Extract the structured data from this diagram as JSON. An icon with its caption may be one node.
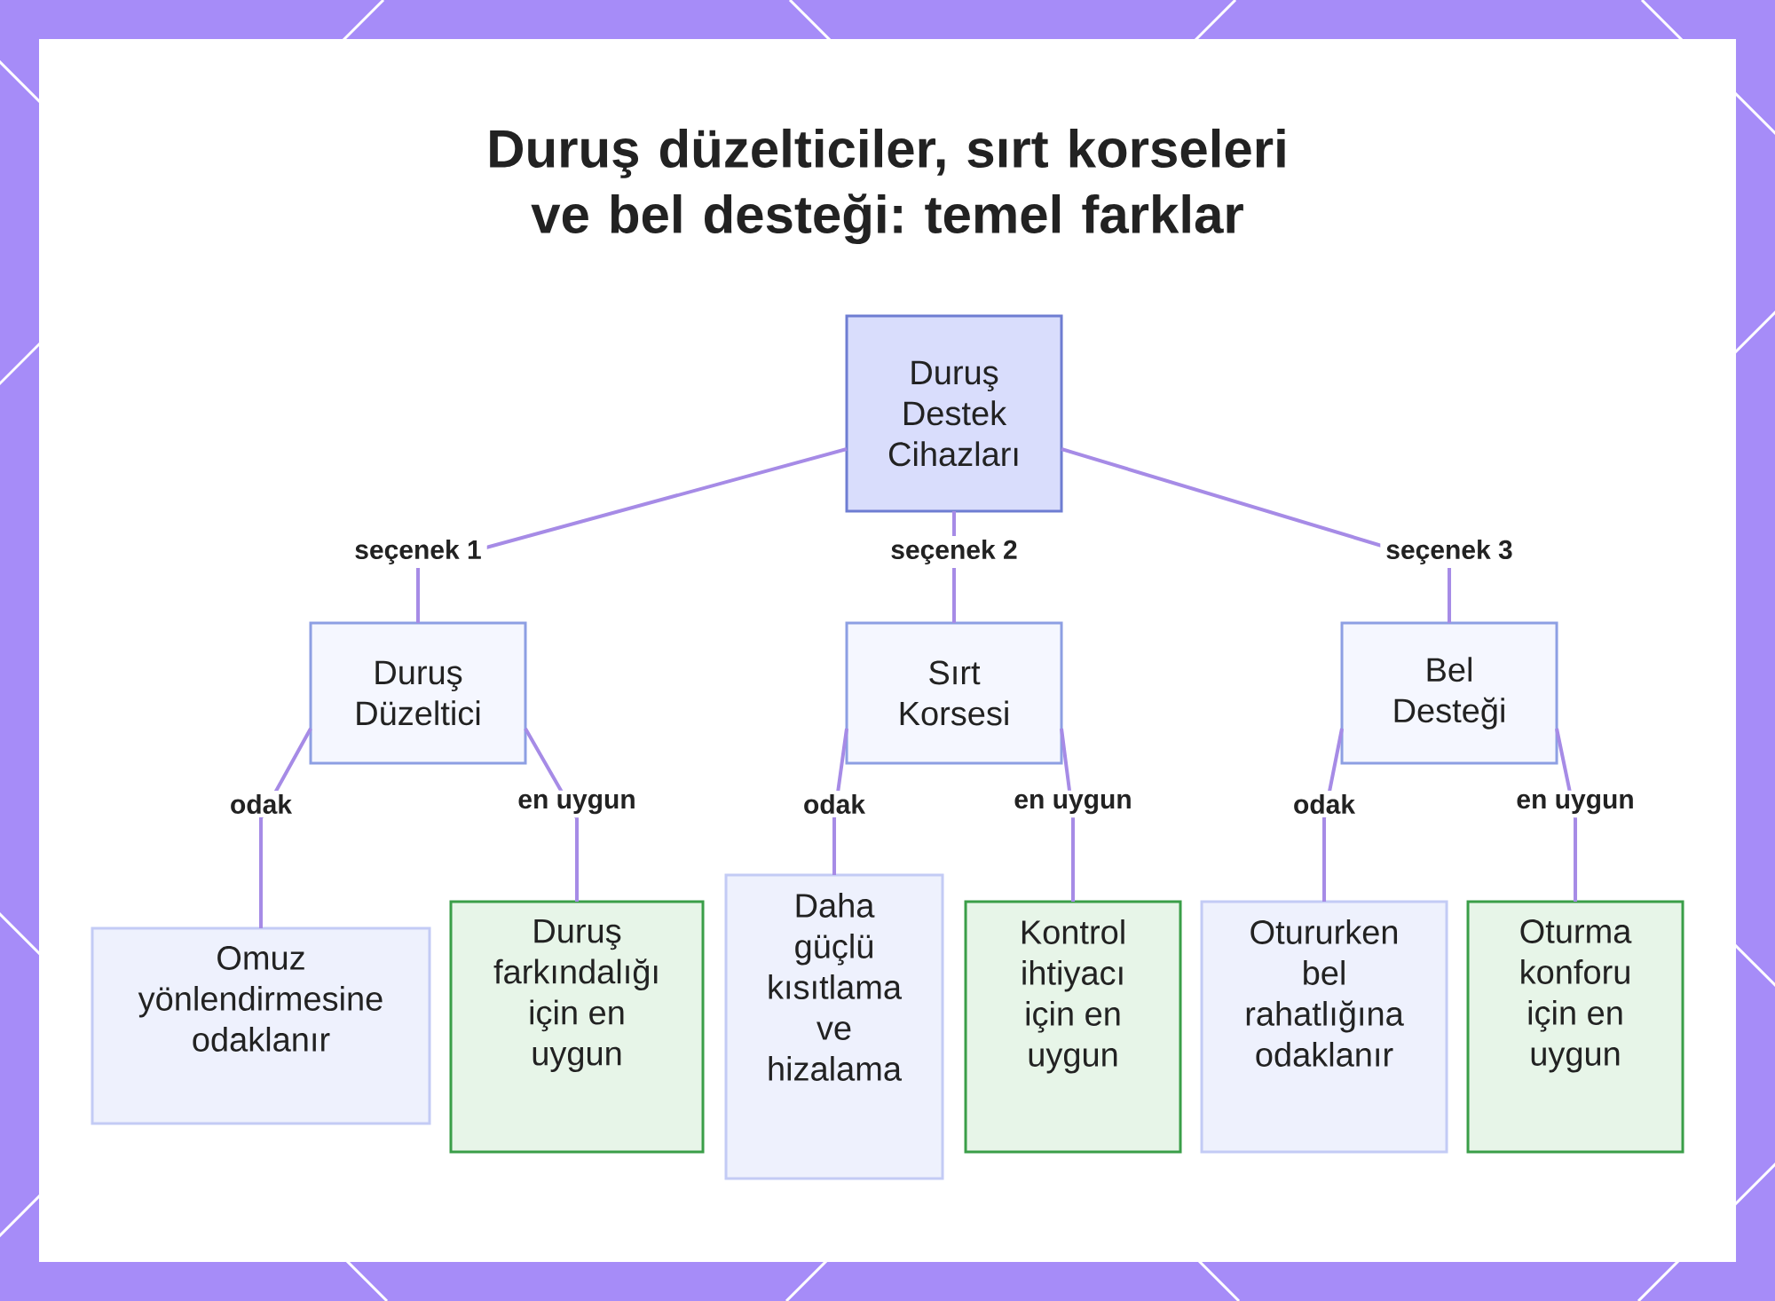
{
  "diagram": {
    "title": "Duruş düzelticiler, sırt korseleri ve bel desteği: temel farklar",
    "nodes": [
      {
        "text": [
          "Duruş Destek Cihazları"
        ]
      },
      {
        "text": [
          "Duruş Düzeltici"
        ]
      },
      {
        "text": [
          "Sırt Korsesi"
        ]
      },
      {
        "text": [
          "Bel Desteği"
        ]
      },
      {
        "text": [
          "Omuz yönlendirmesine odaklanır"
        ]
      },
      {
        "text": [
          "Duruş farkındalığı için en uygun"
        ]
      },
      {
        "text": [
          "Daha güçlü kısıtlama ve hizalama"
        ]
      },
      {
        "text": [
          "Kontrol ihtiyacı için en uygun"
        ]
      },
      {
        "text": [
          "Otururken bel rahatlığına odaklanır"
        ]
      },
      {
        "text": [
          "Oturma konforu için en uygun"
        ]
      }
    ],
    "edges": [
      {
        "from": 0,
        "to": 1,
        "arrow": "none",
        "label": "seçenek 1"
      },
      {
        "from": 0,
        "to": 2,
        "arrow": "none",
        "label": "seçenek 2"
      },
      {
        "from": 0,
        "to": 3,
        "arrow": "none",
        "label": "seçenek 3"
      },
      {
        "from": 1,
        "to": 4,
        "arrow": "none",
        "label": "odak"
      },
      {
        "from": 1,
        "to": 5,
        "arrow": "none",
        "label": "en uygun"
      },
      {
        "from": 2,
        "to": 6,
        "arrow": "none",
        "label": "odak"
      },
      {
        "from": 2,
        "to": 7,
        "arrow": "none",
        "label": "en uygun"
      },
      {
        "from": 3,
        "to": 8,
        "arrow": "none",
        "label": "odak"
      },
      {
        "from": 3,
        "to": 9,
        "arrow": "none",
        "label": "en uygun"
      }
    ]
  }
}
